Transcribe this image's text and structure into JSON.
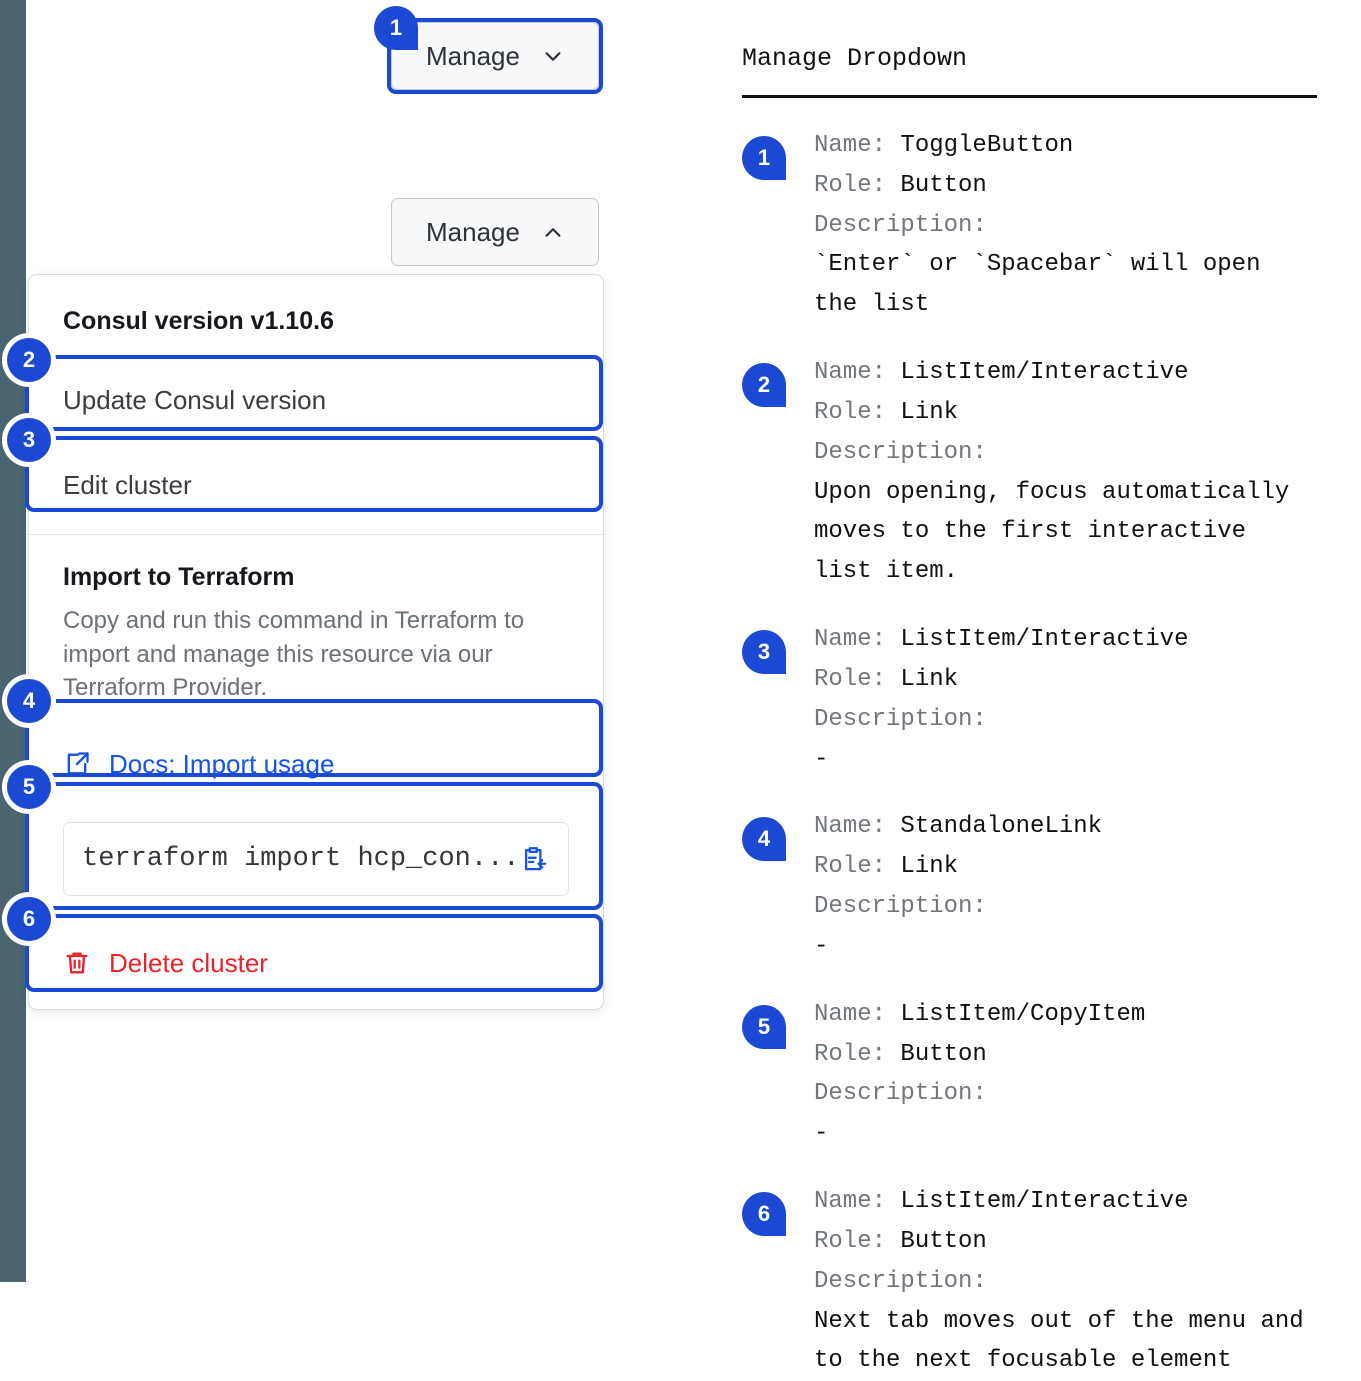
{
  "left_rail": {
    "color": "#4a6570"
  },
  "accent": {
    "blue": "#1c49d4",
    "link": "#1452e8",
    "danger": "#e8242b"
  },
  "demo": {
    "toggle_closed": {
      "label": "Manage",
      "icon": "chevron-down-icon"
    },
    "toggle_open": {
      "label": "Manage",
      "icon": "chevron-up-icon"
    },
    "dropdown": {
      "header": "Consul version v1.10.6",
      "items": [
        {
          "label": "Update Consul version"
        },
        {
          "label": "Edit cluster"
        }
      ],
      "terraform": {
        "title": "Import to Terraform",
        "description": "Copy and run this command in Terraform to import and manage this resource via our Terraform Provider.",
        "docs_link": "Docs: Import usage",
        "docs_icon": "docs-external-link-icon",
        "command": "terraform import hcp_con...",
        "copy_icon": "clipboard-copy-icon"
      },
      "delete": {
        "label": "Delete cluster",
        "icon": "trash-icon"
      }
    },
    "badges": [
      "1",
      "2",
      "3",
      "4",
      "5",
      "6"
    ]
  },
  "notes": {
    "title": "Manage Dropdown",
    "labels": {
      "name": "Name:",
      "role": "Role:",
      "description": "Description:"
    },
    "entries": [
      {
        "badge": "1",
        "name": "ToggleButton",
        "role": "Button",
        "description": "`Enter` or `Spacebar` will open\nthe list"
      },
      {
        "badge": "2",
        "name": "ListItem/Interactive",
        "role": "Link",
        "description": "Upon opening, focus automatically\nmoves to the first interactive\nlist item."
      },
      {
        "badge": "3",
        "name": "ListItem/Interactive",
        "role": "Link",
        "description": "-"
      },
      {
        "badge": "4",
        "name": "StandaloneLink",
        "role": "Link",
        "description": "-"
      },
      {
        "badge": "5",
        "name": "ListItem/CopyItem",
        "role": "Button",
        "description": "-"
      },
      {
        "badge": "6",
        "name": "ListItem/Interactive",
        "role": "Button",
        "description": "Next tab moves out of the menu and\nto the next focusable element"
      }
    ]
  }
}
